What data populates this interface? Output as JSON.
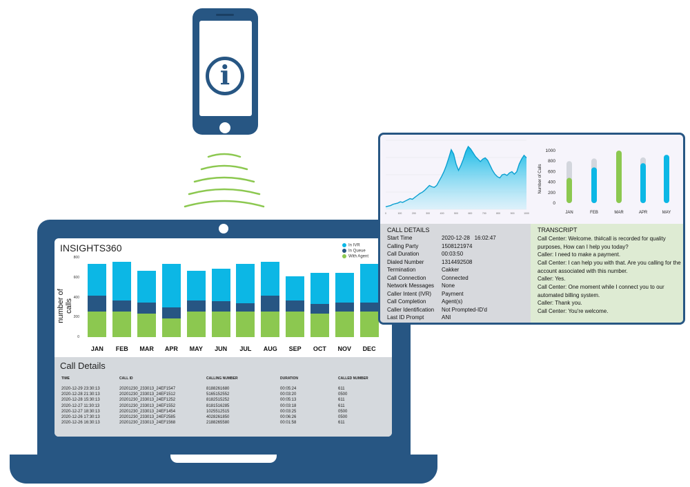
{
  "colors": {
    "in_ivr": "#0cb7e5",
    "in_queue": "#275683",
    "with_agent": "#8cc850",
    "frame": "#275683"
  },
  "phone": {
    "icon": "info-icon",
    "glyph": "i"
  },
  "dashboard": {
    "title": "INSIGHTS360",
    "legend": [
      "In IVR",
      "In Queue",
      "With Agent"
    ],
    "chart_data": {
      "type": "bar",
      "stacked": true,
      "categories": [
        "JAN",
        "FEB",
        "MAR",
        "APR",
        "MAY",
        "JUN",
        "JUL",
        "AUG",
        "SEP",
        "OCT",
        "NOV",
        "DEC"
      ],
      "series": [
        {
          "name": "With Agent",
          "values": [
            260,
            260,
            240,
            190,
            260,
            260,
            260,
            260,
            260,
            235,
            260,
            260
          ]
        },
        {
          "name": "In Queue",
          "values": [
            160,
            110,
            105,
            110,
            110,
            105,
            80,
            160,
            110,
            100,
            85,
            90
          ]
        },
        {
          "name": "In IVR",
          "values": [
            315,
            390,
            325,
            435,
            300,
            325,
            395,
            340,
            240,
            310,
            300,
            390
          ]
        }
      ],
      "ylabel": "number of calls",
      "yticks": [
        0,
        200,
        400,
        600,
        800
      ],
      "ylim": [
        0,
        800
      ]
    },
    "call_details": {
      "title": "Call Details",
      "headers": [
        "TIME",
        "CALL ID",
        "CALLING NUMBER",
        "DURATION",
        "CALLED NUMBER"
      ],
      "rows": [
        [
          "2020-12-29 23:30:13",
          "20201230_233013_24EF1547",
          "8188261680",
          "00:05:24",
          "611"
        ],
        [
          "2020-12-28 21:30:13",
          "20201230_233013_24EF1512",
          "5165152552",
          "00:03:20",
          "0500"
        ],
        [
          "2020-12-28 15:30:13",
          "20201230_233013_24EF1252",
          "8182515252",
          "00:05:13",
          "611"
        ],
        [
          "2020-12-27 11:30:13",
          "20201230_233013_24EF1552",
          "8181516285",
          "00:03:18",
          "611"
        ],
        [
          "2020-12-27 18:30:13",
          "20201230_233013_24EF1454",
          "1025512515",
          "00:03:25",
          "0500"
        ],
        [
          "2020-12-26 17:30:13",
          "20201230_233013_24EF2585",
          "4028261850",
          "00:06:26",
          "0500"
        ],
        [
          "2020-12-26 16:30:13",
          "20201230_233013_24EF1568",
          "2188265580",
          "00:01:58",
          "611"
        ]
      ]
    }
  },
  "popup": {
    "area_chart": {
      "type": "area",
      "xticks": [
        "0",
        "100",
        "200",
        "300",
        "400",
        "500",
        "600",
        "700",
        "800",
        "900",
        "1000"
      ],
      "y": [
        4,
        5,
        6,
        8,
        9,
        10,
        12,
        11,
        13,
        15,
        17,
        16,
        19,
        22,
        25,
        27,
        30,
        34,
        38,
        36,
        35,
        38,
        45,
        52,
        60,
        70,
        82,
        95,
        88,
        72,
        62,
        70,
        80,
        92,
        100,
        96,
        90,
        84,
        80,
        76,
        80,
        82,
        78,
        70,
        62,
        56,
        52,
        50,
        55,
        56,
        54,
        58,
        60,
        56,
        60,
        72,
        80,
        86,
        82
      ],
      "ylim": [
        0,
        110
      ]
    },
    "mini_chart": {
      "type": "bar",
      "categories": [
        "JAN",
        "FEB",
        "MAR",
        "APR",
        "MAY"
      ],
      "values": [
        480,
        680,
        1000,
        760,
        920
      ],
      "ghost_values": [
        800,
        850,
        0,
        870,
        0
      ],
      "yticks": [
        0,
        200,
        400,
        600,
        800,
        1000
      ],
      "ylim": [
        0,
        1000
      ],
      "ylabel": "Number of Calls"
    },
    "call_details": {
      "title": "CALL DETAILS",
      "fields": [
        {
          "label": "Start Time",
          "value": "2020-12-28   16:02:47"
        },
        {
          "label": "Calling Party",
          "value": "1508121974"
        },
        {
          "label": "Call Duration",
          "value": "00:03:50"
        },
        {
          "label": "Dialed Number",
          "value": "1314492508"
        },
        {
          "label": "Termination",
          "value": "Cakker"
        },
        {
          "label": "Call Connection",
          "value": "Connected"
        },
        {
          "label": "Network Messages",
          "value": "None"
        },
        {
          "label": "Caller Intent (IVR)",
          "value": "Payment"
        },
        {
          "label": "Call Completion",
          "value": "Agent(s)"
        },
        {
          "label": "Caller Identification",
          "value": "Not Prompted-ID'd"
        },
        {
          "label": "Last ID Prompt",
          "value": "ANI"
        }
      ]
    },
    "transcript": {
      "title": "TRANSCRIPT",
      "lines": [
        "Call Center: Welcome. thi#call is recorded for quality purposes, How can I help you today?",
        "Caller: I need to make a payment.",
        "Call Center: I can help you with that. Are you calling for the account associated with this number.",
        "Caller: Yes.",
        "Call Center: One moment while I connect you to our automated billing system.",
        "Caller: Thank you.",
        "Call Center: You're welcome."
      ]
    }
  }
}
